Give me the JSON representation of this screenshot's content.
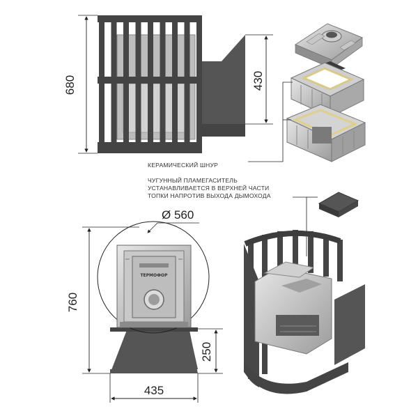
{
  "dimensions": {
    "height_total": "680",
    "tank_height": "430",
    "diameter": "Ø 560",
    "height_front": "760",
    "base_height": "250",
    "base_width": "435"
  },
  "callouts": {
    "ceramic_cord": "КЕРАМИЧЕСКИЙ ШНУР",
    "flame_arrester_line1": "ЧУГУННЫЙ ПЛАМЕГАСИТЕЛЬ",
    "flame_arrester_line2": "УСТАНАВЛИВАЕТСЯ В ВЕРХНЕЙ ЧАСТИ",
    "flame_arrester_line3": "ТОПКИ НАПРОТИВ ВЫХОДА ДЫМОХОДА"
  },
  "door_plate_label": "ТЕРМОФОР",
  "colors": {
    "steel": "#4a4a4a",
    "steel_dark": "#333333",
    "cast_iron": "#b8b8b8",
    "cast_iron_light": "#d9d9d9",
    "cord": "#e8dca8",
    "line": "#222222"
  }
}
